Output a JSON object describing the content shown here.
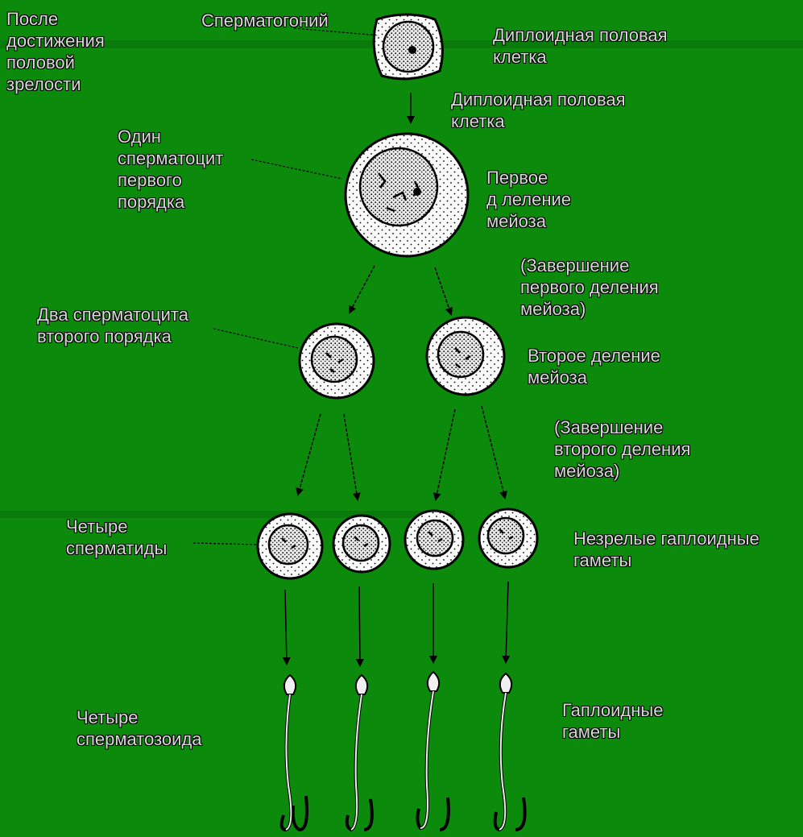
{
  "colors": {
    "background": "#0b8a0b",
    "cell_fill": "#fafafa",
    "outline": "#000000",
    "label_text": "#d8d8d8"
  },
  "labels": {
    "maturity": "После\nдостижения\nполовой\nзрелости",
    "spermatogonium": "Сперматогоний",
    "diploid_cell_1": "Диплоидная половая\nклетка",
    "diploid_cell_2": "Диплоидная половая\nклетка",
    "primary_spermatocyte": "Один\nсперматоцит\nпервого\nпорядка",
    "first_meiosis": "Первое\nд леление\nмейоза",
    "first_meiosis_done": "(Завершение\nпервого деления\nмейоза)",
    "secondary_spermatocytes": "Два сперматоцита\nвторого порядка",
    "second_meiosis": "Второе деление\nмейоза",
    "second_meiosis_done": "(Завершение\nвторого деления\nмейоза)",
    "spermatids": "Четыре\nсперматиды",
    "immature_gametes": "Незрелые гаплоидные\nгаметы",
    "spermatozoa": "Четыре\nсперматозоида",
    "haploid_gametes": "Гаплоидные\nгаметы"
  }
}
